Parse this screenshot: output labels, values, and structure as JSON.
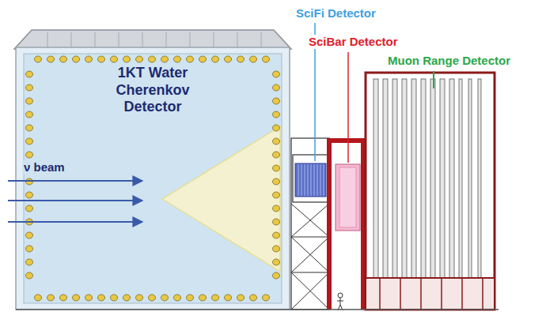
{
  "diagram": {
    "nodes": [
      {
        "text": [
          "1KT Water Cherenkov Detector"
        ]
      }
    ],
    "labels": [
      "SciFi Detector",
      "SciBar Detector",
      "Muon Range Detector",
      "ν beam"
    ]
  }
}
